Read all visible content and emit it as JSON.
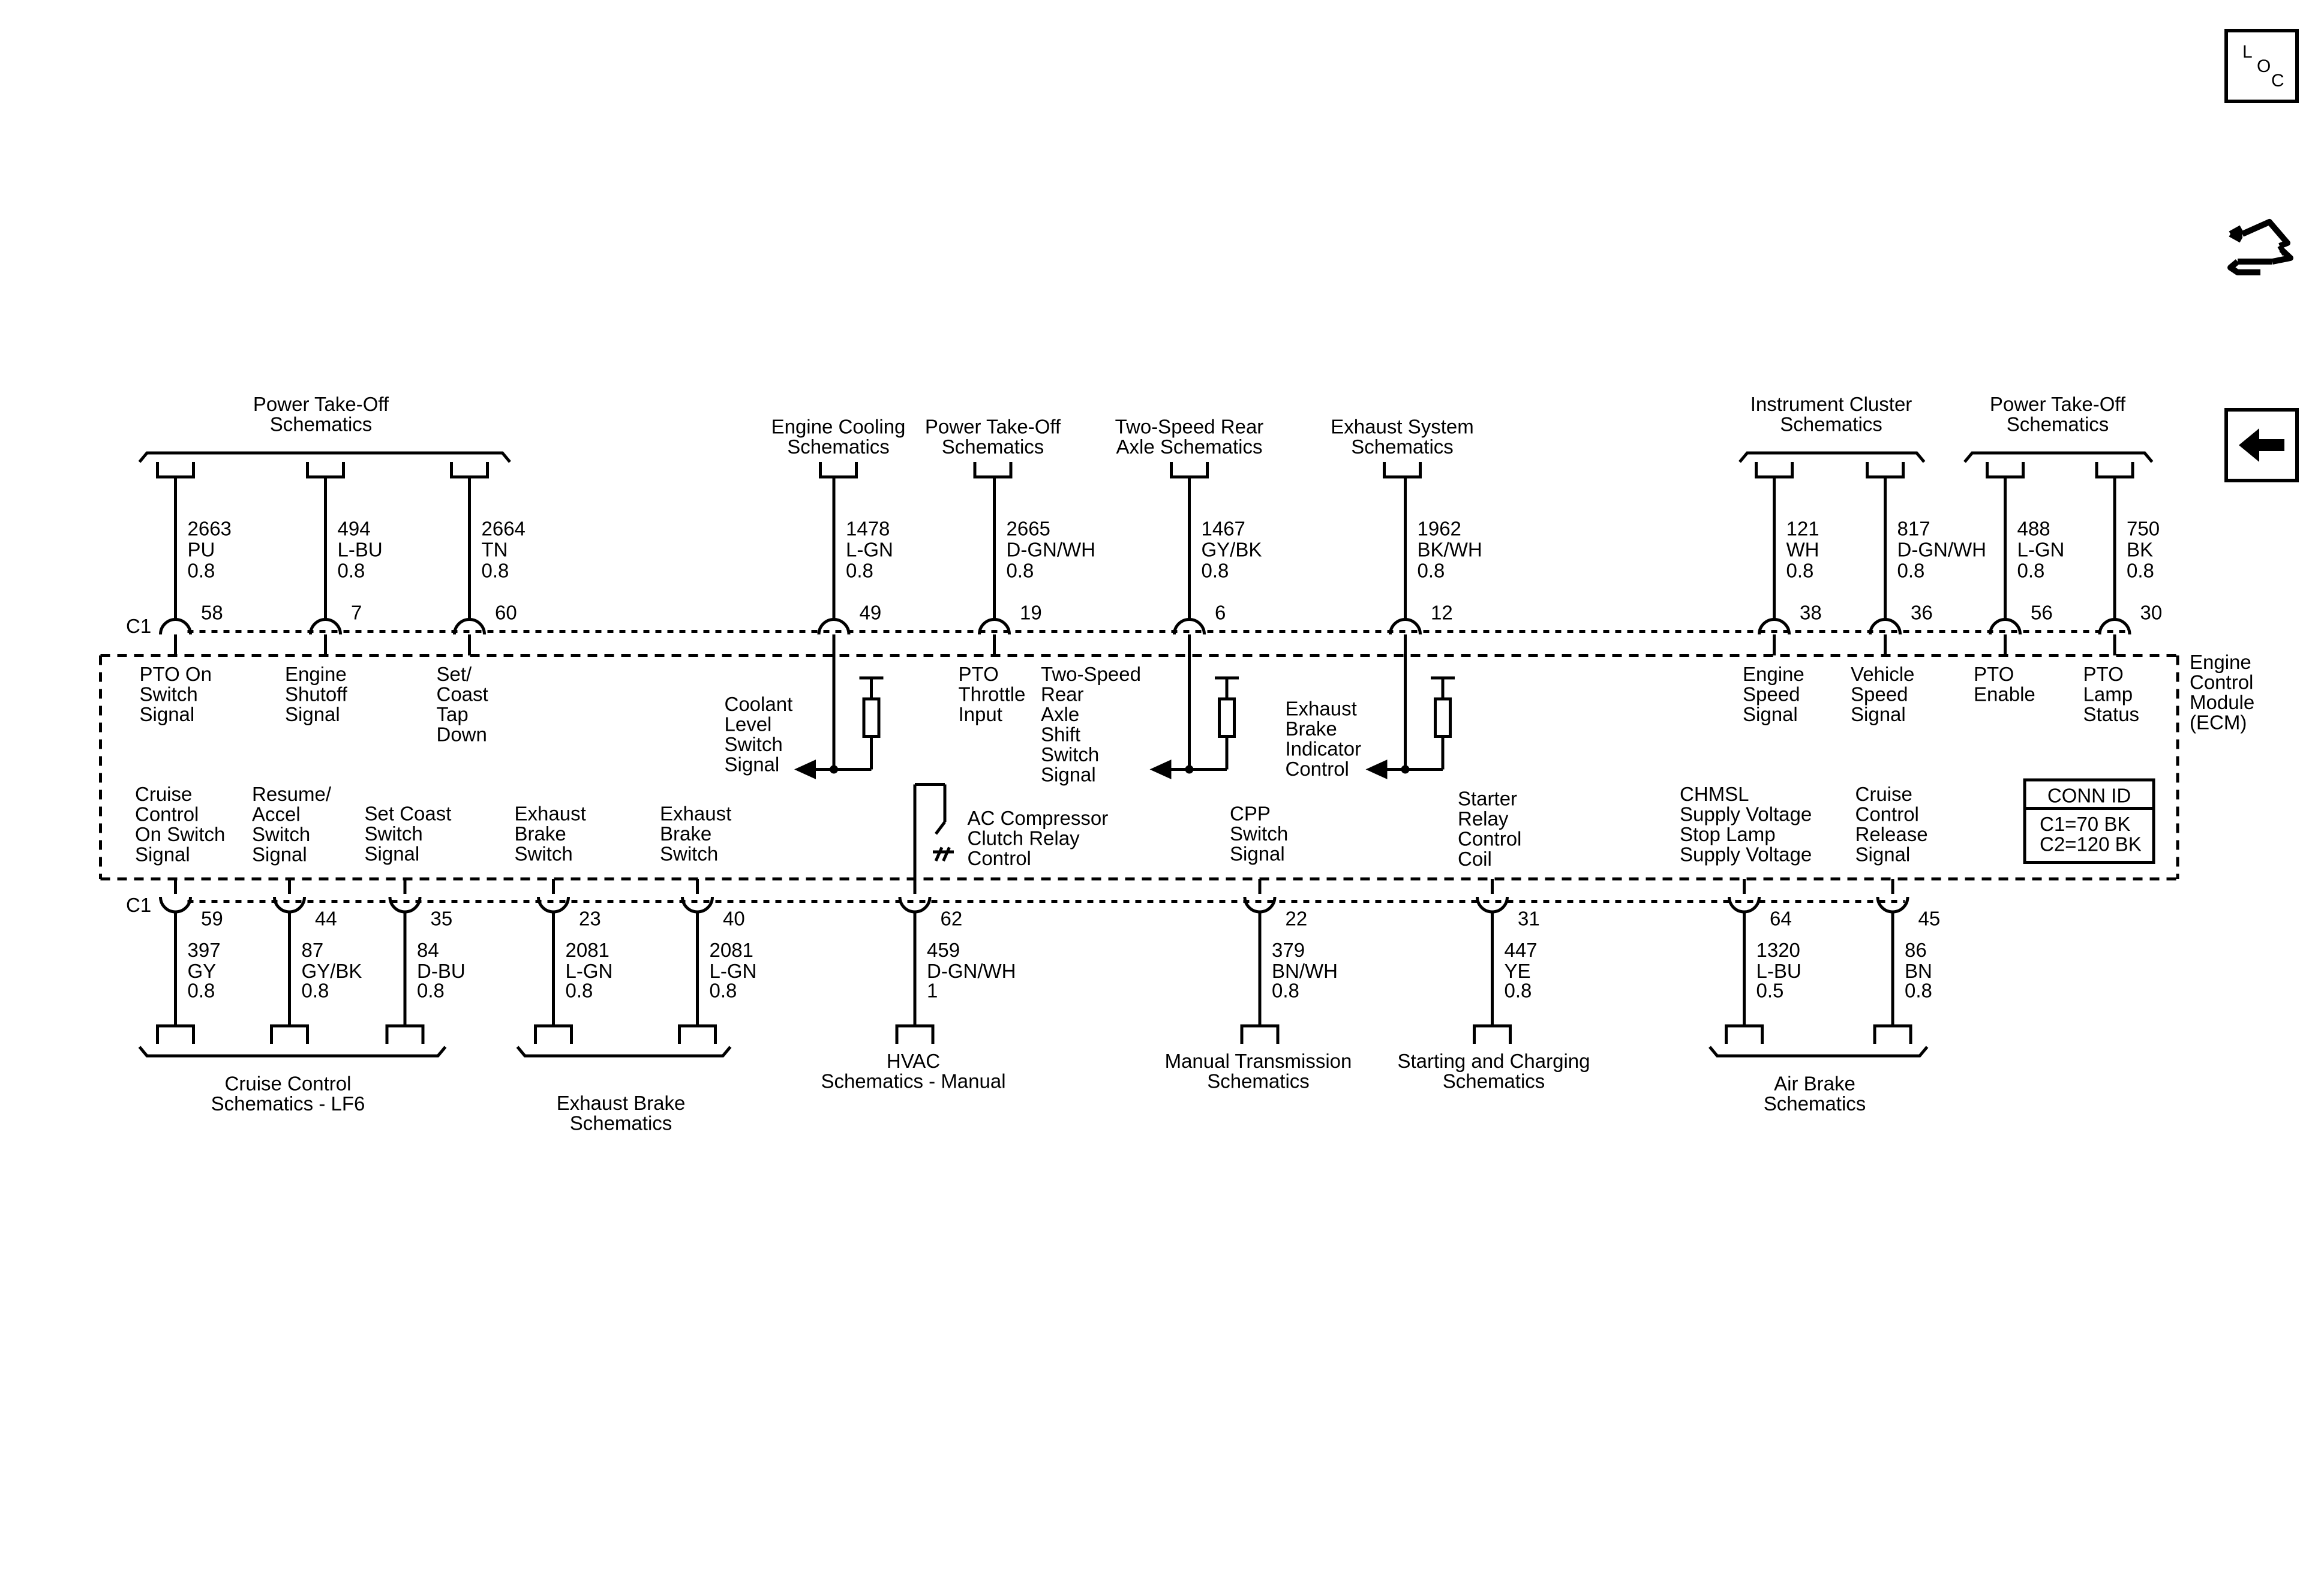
{
  "module": {
    "name_lines": [
      "Engine",
      "Control",
      "Module",
      "(ECM)"
    ],
    "conn_id": {
      "title": "CONN ID",
      "lines": [
        "C1=70 BK",
        "C2=120 BK"
      ]
    }
  },
  "top_connector": "C1",
  "bottom_connector": "C1",
  "top_groups": [
    {
      "id": "pto-top-left",
      "lines": [
        "Power Take-Off",
        "Schematics"
      ]
    },
    {
      "id": "engine-cooling",
      "lines": [
        "Engine Cooling",
        "Schematics"
      ]
    },
    {
      "id": "pto-top-mid",
      "lines": [
        "Power Take-Off",
        "Schematics"
      ]
    },
    {
      "id": "two-speed-rear-axle",
      "lines": [
        "Two-Speed Rear",
        "Axle Schematics"
      ]
    },
    {
      "id": "exhaust-system",
      "lines": [
        "Exhaust System",
        "Schematics"
      ]
    },
    {
      "id": "instrument-cluster",
      "lines": [
        "Instrument Cluster",
        "Schematics"
      ]
    },
    {
      "id": "pto-top-right",
      "lines": [
        "Power Take-Off",
        "Schematics"
      ]
    }
  ],
  "bottom_groups": [
    {
      "id": "cruise-control-lf6",
      "lines": [
        "Cruise Control",
        "Schematics - LF6"
      ]
    },
    {
      "id": "exhaust-brake",
      "lines": [
        "Exhaust Brake",
        "Schematics"
      ]
    },
    {
      "id": "hvac-manual",
      "lines": [
        "HVAC",
        "Schematics - Manual"
      ]
    },
    {
      "id": "manual-transmission",
      "lines": [
        "Manual Transmission",
        "Schematics"
      ]
    },
    {
      "id": "starting-charging",
      "lines": [
        "Starting and Charging",
        "Schematics"
      ]
    },
    {
      "id": "air-brake",
      "lines": [
        "Air Brake",
        "Schematics"
      ]
    }
  ],
  "top_pins": [
    {
      "pin": "58",
      "circuit": "2663",
      "color": "PU",
      "gauge": "0.8",
      "label": [
        "PTO On",
        "Switch",
        "Signal"
      ]
    },
    {
      "pin": "7",
      "circuit": "494",
      "color": "L-BU",
      "gauge": "0.8",
      "label": [
        "Engine",
        "Shutoff",
        "Signal"
      ]
    },
    {
      "pin": "60",
      "circuit": "2664",
      "color": "TN",
      "gauge": "0.8",
      "label": [
        "Set/",
        "Coast",
        "Tap",
        "Down"
      ]
    },
    {
      "pin": "49",
      "circuit": "1478",
      "color": "L-GN",
      "gauge": "0.8",
      "label": [
        "Coolant",
        "Level",
        "Switch",
        "Signal"
      ]
    },
    {
      "pin": "19",
      "circuit": "2665",
      "color": "D-GN/WH",
      "gauge": "0.8",
      "label": [
        "PTO",
        "Throttle",
        "Input"
      ]
    },
    {
      "pin": "6",
      "circuit": "1467",
      "color": "GY/BK",
      "gauge": "0.8",
      "label": [
        "Two-Speed",
        "Rear",
        "Axle",
        "Shift",
        "Switch",
        "Signal"
      ]
    },
    {
      "pin": "12",
      "circuit": "1962",
      "color": "BK/WH",
      "gauge": "0.8",
      "label": [
        "Exhaust",
        "Brake",
        "Indicator",
        "Control"
      ]
    },
    {
      "pin": "38",
      "circuit": "121",
      "color": "WH",
      "gauge": "0.8",
      "label": [
        "Engine",
        "Speed",
        "Signal"
      ]
    },
    {
      "pin": "36",
      "circuit": "817",
      "color": "D-GN/WH",
      "gauge": "0.8",
      "label": [
        "Vehicle",
        "Speed",
        "Signal"
      ]
    },
    {
      "pin": "56",
      "circuit": "488",
      "color": "L-GN",
      "gauge": "0.8",
      "label": [
        "PTO",
        "Enable"
      ]
    },
    {
      "pin": "30",
      "circuit": "750",
      "color": "BK",
      "gauge": "0.8",
      "label": [
        "PTO",
        "Lamp",
        "Status"
      ]
    }
  ],
  "bottom_pins": [
    {
      "pin": "59",
      "circuit": "397",
      "color": "GY",
      "gauge": "0.8",
      "label": [
        "Cruise",
        "Control",
        "On Switch",
        "Signal"
      ]
    },
    {
      "pin": "44",
      "circuit": "87",
      "color": "GY/BK",
      "gauge": "0.8",
      "label": [
        "Resume/",
        "Accel",
        "Switch",
        "Signal"
      ]
    },
    {
      "pin": "35",
      "circuit": "84",
      "color": "D-BU",
      "gauge": "0.8",
      "label": [
        "Set Coast",
        "Switch",
        "Signal"
      ]
    },
    {
      "pin": "23",
      "circuit": "2081",
      "color": "L-GN",
      "gauge": "0.8",
      "label": [
        "Exhaust",
        "Brake",
        "Switch"
      ]
    },
    {
      "pin": "40",
      "circuit": "2081",
      "color": "L-GN",
      "gauge": "0.8",
      "label": [
        "Exhaust",
        "Brake",
        "Switch"
      ]
    },
    {
      "pin": "62",
      "circuit": "459",
      "color": "D-GN/WH",
      "gauge": "1",
      "label": [
        "AC Compressor",
        "Clutch Relay",
        "Control"
      ]
    },
    {
      "pin": "22",
      "circuit": "379",
      "color": "BN/WH",
      "gauge": "0.8",
      "label": [
        "CPP",
        "Switch",
        "Signal"
      ]
    },
    {
      "pin": "31",
      "circuit": "447",
      "color": "YE",
      "gauge": "0.8",
      "label": [
        "Starter",
        "Relay",
        "Control",
        "Coil"
      ]
    },
    {
      "pin": "64",
      "circuit": "1320",
      "color": "L-BU",
      "gauge": "0.5",
      "label": [
        "CHMSL",
        "Supply Voltage",
        "Stop Lamp",
        "Supply Voltage"
      ]
    },
    {
      "pin": "45",
      "circuit": "86",
      "color": "BN",
      "gauge": "0.8",
      "label": [
        "Cruise",
        "Control",
        "Release",
        "Signal"
      ]
    }
  ],
  "nav": {
    "loc_letters": [
      "L",
      "O",
      "C"
    ],
    "icons": [
      "loc-icon",
      "connector-end-view-icon",
      "back-arrow-icon"
    ]
  }
}
